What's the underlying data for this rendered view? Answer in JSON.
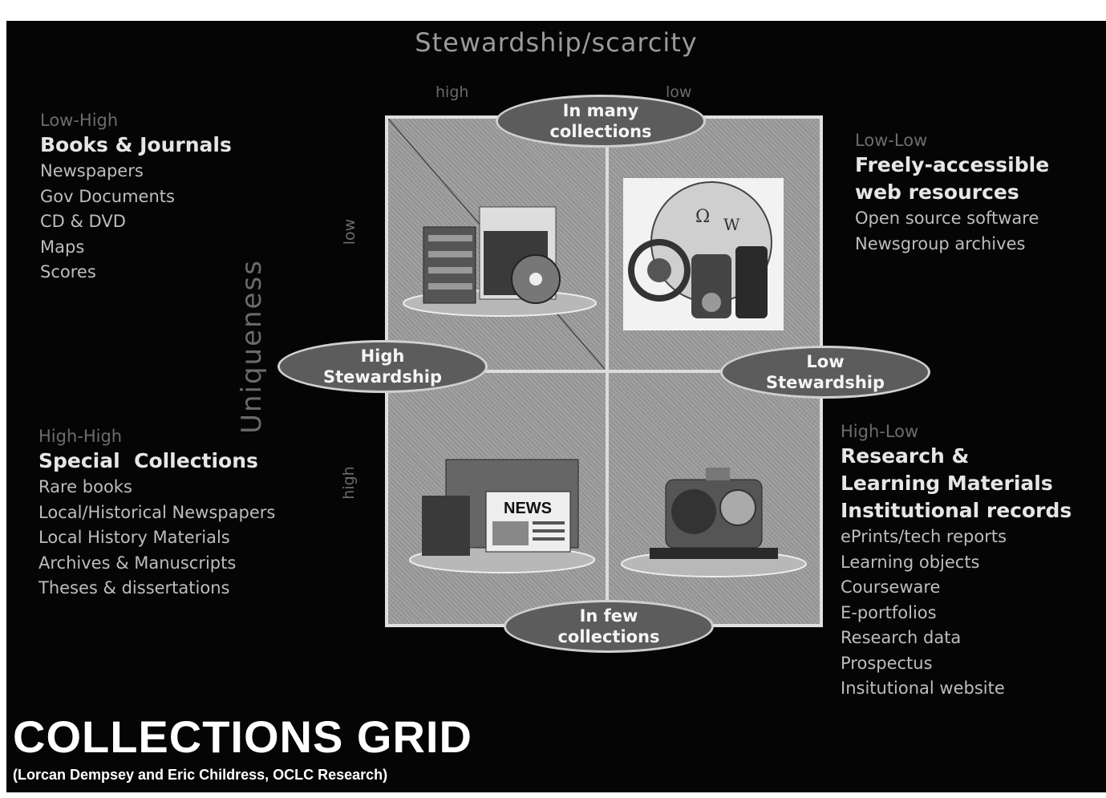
{
  "title": "Stewardship/scarcity",
  "axis": {
    "top_high": "high",
    "top_low": "low",
    "left_low": "low",
    "left_high": "high",
    "uniqueness": "Uniqueness"
  },
  "ovals": {
    "top": "In many collections",
    "bottom": "In few collections",
    "left": "High Stewardship",
    "right": "Low Stewardship"
  },
  "quadrants": {
    "top_left": {
      "code": "Low-High",
      "heading": "Books & Journals",
      "items": [
        "Newspapers",
        "Gov Documents",
        "CD & DVD",
        "Maps",
        "Scores"
      ],
      "icon": "books-disc-icon"
    },
    "top_right": {
      "code": "Low-Low",
      "heading": "Freely-accessible web resources",
      "items": [
        "Open source software",
        "Newsgroup archives"
      ],
      "icon": "web-globe-icon"
    },
    "bottom_left": {
      "code": "High-High",
      "heading": "Special  Collections",
      "items": [
        "Rare books",
        "Local/Historical Newspapers",
        "Local History Materials",
        "Archives & Manuscripts",
        "Theses & dissertations"
      ],
      "icon": "news-archive-icon",
      "news_label": "NEWS"
    },
    "bottom_right": {
      "code": "High-Low",
      "headings": [
        "Research & Learning Materials",
        "Institutional records"
      ],
      "items": [
        "ePrints/tech reports",
        "Learning objects",
        "Courseware",
        "E-portfolios",
        "Research data",
        "Prospectus",
        "Insitutional website"
      ],
      "icon": "lab-equipment-icon"
    }
  },
  "footer": {
    "title": "COLLECTIONS GRID",
    "credit": "(Lorcan Dempsey and Eric Childress, OCLC Research)"
  }
}
